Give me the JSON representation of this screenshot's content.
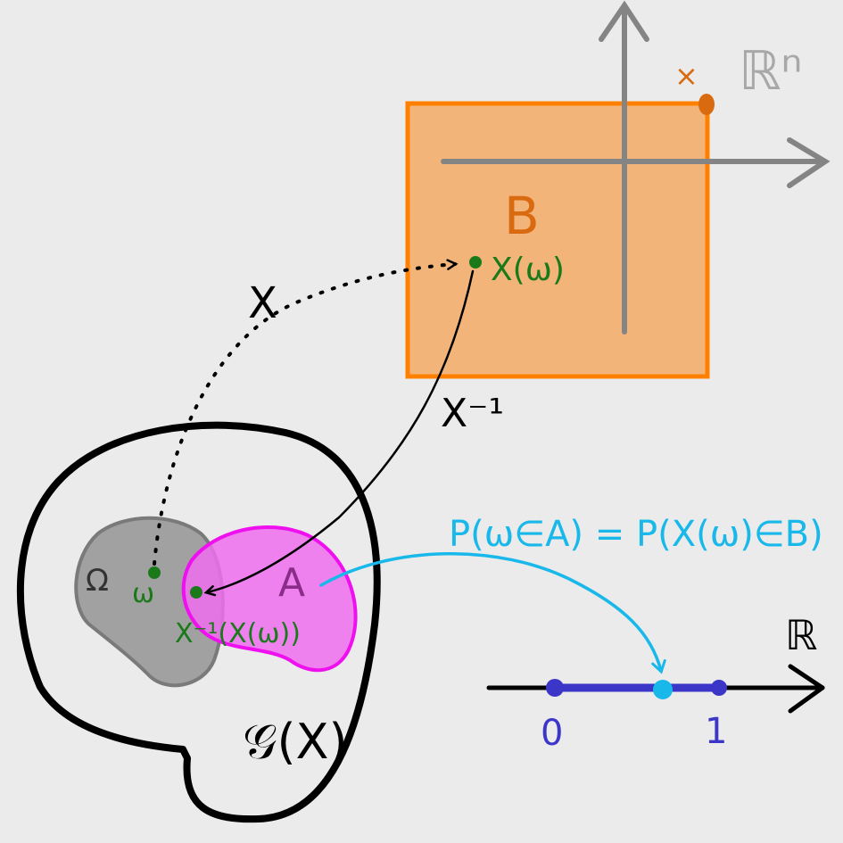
{
  "labels": {
    "space_Rn": "ℝⁿ",
    "x_marker": "×",
    "set_B": "B",
    "point_Xw": "X(ω)",
    "map_X": "X",
    "map_X_inv": "X⁻¹",
    "omega_set": "Ω",
    "omega_point": "ω",
    "set_A": "A",
    "preimage": "X⁻¹(X(ω))",
    "sigma_algebra": "𝒢(X)",
    "probability_eq": "P(ω∈A) = P(X(ω)∈B)",
    "real_line": "ℝ",
    "tick_zero": "0",
    "tick_one": "1"
  },
  "colors": {
    "background": "#ebebeb",
    "orange_fill": "#f3b479",
    "orange_stroke": "#ff8000",
    "orange_text": "#d96a10",
    "green": "#1a7a1a",
    "magenta_fill": "#f06ef0",
    "magenta_stroke": "#ee10ee",
    "gray_fill": "#9d9d9d",
    "gray_stroke": "#7a7a7a",
    "cyan": "#19b8ea",
    "blue": "#3b35c8",
    "axis_gray": "#848484",
    "black": "#000000"
  }
}
